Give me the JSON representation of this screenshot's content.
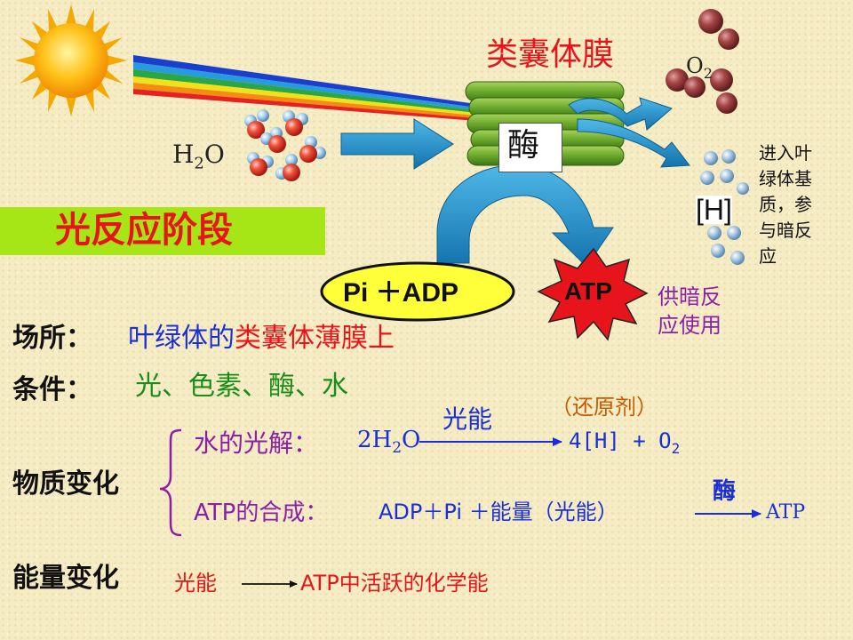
{
  "diagram": {
    "membrane_title": "类囊体膜",
    "o2_label": "O",
    "o2_sub": "2",
    "enzyme_label": "酶",
    "water_label": "H",
    "water_sub": "2",
    "water_tail": "O",
    "h_label": "[H]",
    "h_note": [
      "进入叶",
      "绿体基",
      "质，参",
      "与暗反",
      "应"
    ],
    "atp_label": "ATP",
    "atp_note": [
      "供暗反",
      "应使用"
    ],
    "pi_adp_label": "Pi ＋ADP",
    "stage_title": "光反应阶段"
  },
  "summary": {
    "place_label": "场所：",
    "place_value_a": "叶绿体的",
    "place_value_b": "类囊体薄膜上",
    "condition_label": "条件：",
    "condition_value": "光、色素、酶、水",
    "matter_label": "物质变化",
    "photolysis_label": "水的光解：",
    "photolysis_left": "2H",
    "photolysis_left_sub": "2",
    "photolysis_left_tail": "O",
    "photolysis_condition": "光能",
    "photolysis_note": "（还原剂）",
    "photolysis_right": "4[H] + O",
    "photolysis_right_sub": "2",
    "atp_synthesis_label": "ATP的合成：",
    "atp_synthesis_left": "ADP＋Pi ＋能量（光能）",
    "atp_synthesis_condition": "酶",
    "atp_synthesis_right": "ATP",
    "energy_label": "能量变化",
    "energy_left": "光能",
    "energy_right": "ATP中活跃的化学能"
  },
  "colors": {
    "red": "#e8141c",
    "blue": "#1a2fd6",
    "green": "#1a8c1a",
    "purple": "#8b1fa8",
    "orange": "#c85a00",
    "banner": "#a6e617",
    "arrow_blue": "#1d8fc7",
    "membrane_green": "#6aa92c",
    "sun": "#f5a800"
  }
}
